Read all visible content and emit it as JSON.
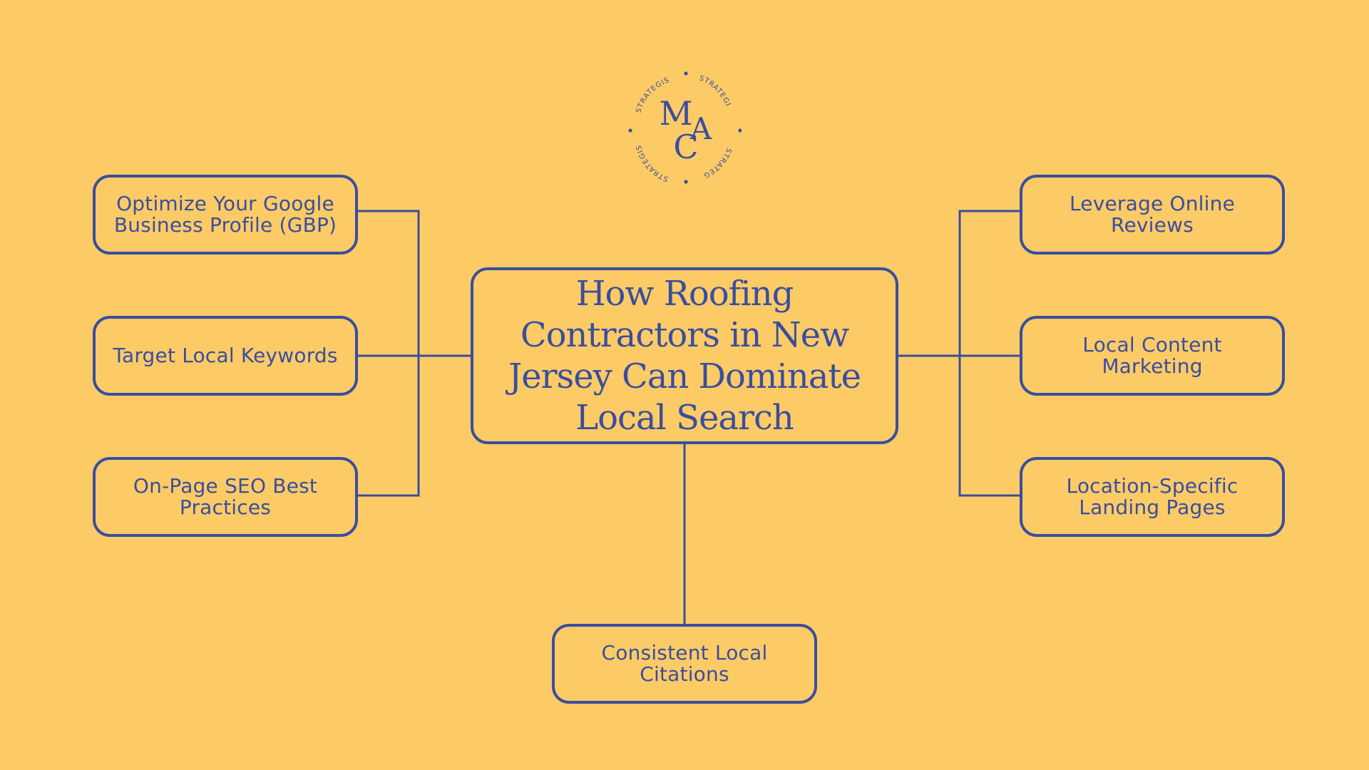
{
  "colors": {
    "background": "#FDCB66",
    "accent": "#3A4E9F"
  },
  "logo": {
    "monogram_top": "M",
    "monogram_mid": "A",
    "monogram_bottom": "C",
    "ring_text": "STRATEGIST"
  },
  "central": {
    "title": "How Roofing Contractors in New Jersey Can Dominate Local Search"
  },
  "nodes": {
    "gbp": "Optimize Your Google Business Profile (GBP)",
    "keywords": "Target Local Keywords",
    "onpage": "On-Page SEO Best Practices",
    "reviews": "Leverage Online Reviews",
    "content": "Local Content Marketing",
    "landing": "Location-Specific Landing Pages",
    "citations": "Consistent Local Citations"
  }
}
